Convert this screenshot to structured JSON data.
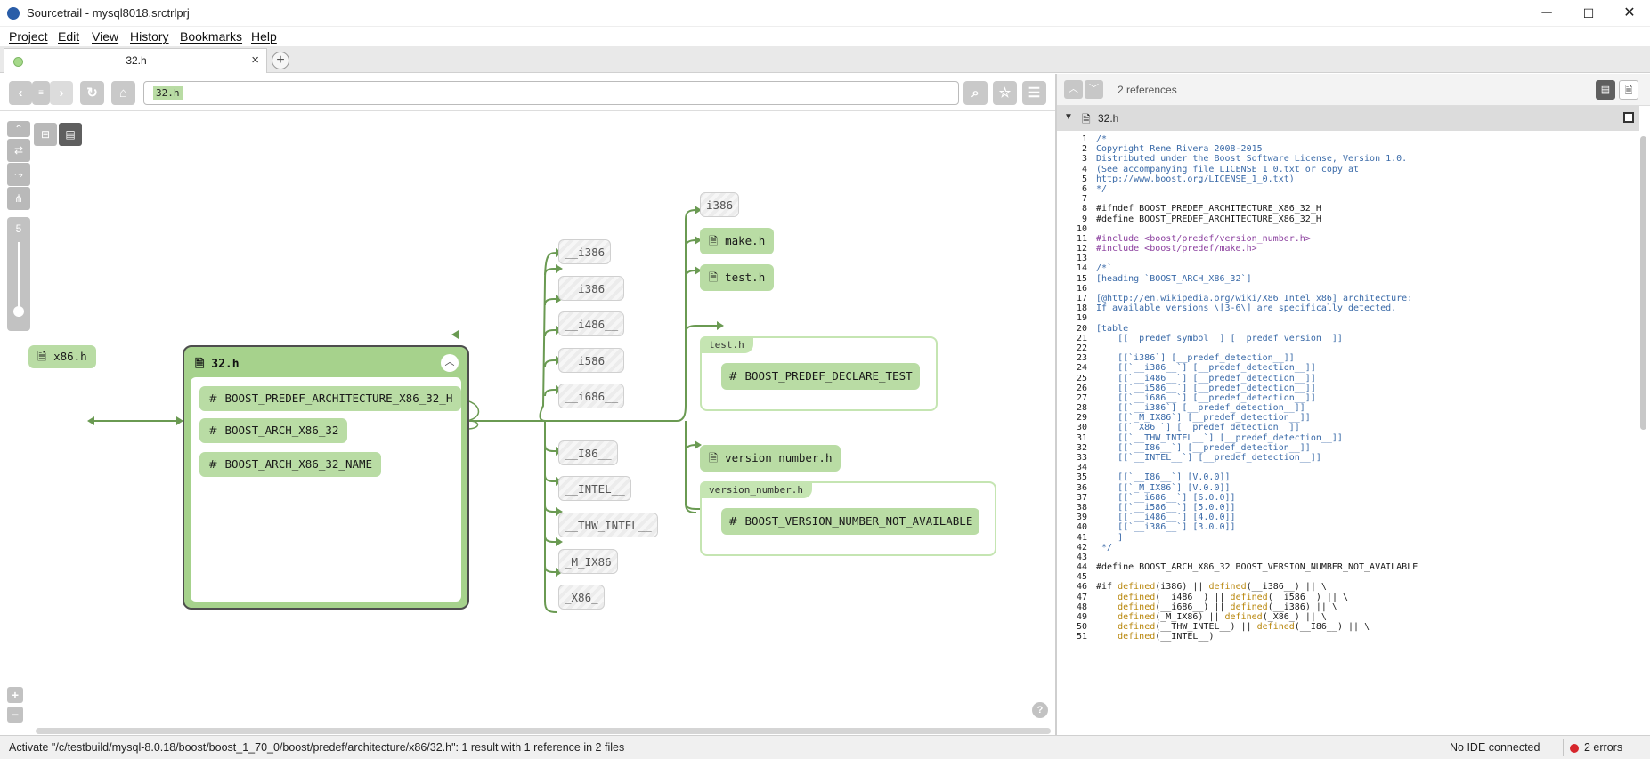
{
  "window": {
    "title": "Sourcetrail - mysql8018.srctrlprj",
    "minimize": "─",
    "maximize": "☐",
    "close": "✕"
  },
  "menu": [
    "Project",
    "Edit",
    "View",
    "History",
    "Bookmarks",
    "Help"
  ],
  "tab": {
    "label": "32.h",
    "close": "×",
    "add": "+"
  },
  "search": {
    "query": "32.h"
  },
  "graph": {
    "depth": "5",
    "active_file": {
      "name": "32.h",
      "members": [
        "BOOST_PREDEF_ARCHITECTURE_X86_32_H",
        "BOOST_ARCH_X86_32",
        "BOOST_ARCH_X86_32_NAME"
      ]
    },
    "includer": "x86.h",
    "undefined_macros": [
      "__i386",
      "__i386__",
      "__i486__",
      "__i586__",
      "__i686__",
      "__I86__",
      "__INTEL__",
      "__THW_INTEL__",
      "_M_IX86",
      "_X86_"
    ],
    "right_nodes": {
      "i386": "i386",
      "make": "make.h",
      "test": "test.h",
      "test_group_label": "test.h",
      "test_macro": "BOOST_PREDEF_DECLARE_TEST",
      "version": "version_number.h",
      "version_group_label": "version_number.h",
      "version_macro": "BOOST_VERSION_NUMBER_NOT_AVAILABLE"
    },
    "zoom_in": "+",
    "zoom_out": "−",
    "help": "?"
  },
  "code": {
    "references": "2 references",
    "file": "32.h",
    "lines": [
      {
        "n": "1",
        "t": "/*",
        "c": "comment"
      },
      {
        "n": "2",
        "t": "Copyright Rene Rivera 2008-2015",
        "c": "comment"
      },
      {
        "n": "3",
        "t": "Distributed under the Boost Software License, Version 1.0.",
        "c": "comment"
      },
      {
        "n": "4",
        "t": "(See accompanying file LICENSE_1_0.txt or copy at",
        "c": "comment"
      },
      {
        "n": "5",
        "t": "http://www.boost.org/LICENSE_1_0.txt)",
        "c": "comment"
      },
      {
        "n": "6",
        "t": "*/",
        "c": "comment"
      },
      {
        "n": "7",
        "t": "",
        "c": "plain"
      },
      {
        "n": "8",
        "t": "#ifndef BOOST_PREDEF_ARCHITECTURE_X86_32_H",
        "c": "pre"
      },
      {
        "n": "9",
        "t": "#define BOOST_PREDEF_ARCHITECTURE_X86_32_H",
        "c": "pre"
      },
      {
        "n": "10",
        "t": "",
        "c": "plain"
      },
      {
        "n": "11",
        "t": "#include <boost/predef/version_number.h>",
        "c": "inc"
      },
      {
        "n": "12",
        "t": "#include <boost/predef/make.h>",
        "c": "inc"
      },
      {
        "n": "13",
        "t": "",
        "c": "plain"
      },
      {
        "n": "14",
        "t": "/*`",
        "c": "comment"
      },
      {
        "n": "15",
        "t": "[heading `BOOST_ARCH_X86_32`]",
        "c": "comment"
      },
      {
        "n": "16",
        "t": "",
        "c": "plain"
      },
      {
        "n": "17",
        "t": "[@http://en.wikipedia.org/wiki/X86 Intel x86] architecture:",
        "c": "comment"
      },
      {
        "n": "18",
        "t": "If available versions \\[3-6\\] are specifically detected.",
        "c": "comment"
      },
      {
        "n": "19",
        "t": "",
        "c": "plain"
      },
      {
        "n": "20",
        "t": "[table",
        "c": "comment"
      },
      {
        "n": "21",
        "t": "    [[__predef_symbol__] [__predef_version__]]",
        "c": "comment"
      },
      {
        "n": "22",
        "t": "",
        "c": "plain"
      },
      {
        "n": "23",
        "t": "    [[`i386`] [__predef_detection__]]",
        "c": "comment"
      },
      {
        "n": "24",
        "t": "    [[`__i386__`] [__predef_detection__]]",
        "c": "comment"
      },
      {
        "n": "25",
        "t": "    [[`__i486__`] [__predef_detection__]]",
        "c": "comment"
      },
      {
        "n": "26",
        "t": "    [[`__i586__`] [__predef_detection__]]",
        "c": "comment"
      },
      {
        "n": "27",
        "t": "    [[`__i686__`] [__predef_detection__]]",
        "c": "comment"
      },
      {
        "n": "28",
        "t": "    [[`__i386`] [__predef_detection__]]",
        "c": "comment"
      },
      {
        "n": "29",
        "t": "    [[`_M_IX86`] [__predef_detection__]]",
        "c": "comment"
      },
      {
        "n": "30",
        "t": "    [[`_X86_`] [__predef_detection__]]",
        "c": "comment"
      },
      {
        "n": "31",
        "t": "    [[`__THW_INTEL__`] [__predef_detection__]]",
        "c": "comment"
      },
      {
        "n": "32",
        "t": "    [[`__I86__`] [__predef_detection__]]",
        "c": "comment"
      },
      {
        "n": "33",
        "t": "    [[`__INTEL__`] [__predef_detection__]]",
        "c": "comment"
      },
      {
        "n": "34",
        "t": "",
        "c": "plain"
      },
      {
        "n": "35",
        "t": "    [[`__I86__`] [V.0.0]]",
        "c": "comment"
      },
      {
        "n": "36",
        "t": "    [[`_M_IX86`] [V.0.0]]",
        "c": "comment"
      },
      {
        "n": "37",
        "t": "    [[`__i686__`] [6.0.0]]",
        "c": "comment"
      },
      {
        "n": "38",
        "t": "    [[`__i586__`] [5.0.0]]",
        "c": "comment"
      },
      {
        "n": "39",
        "t": "    [[`__i486__`] [4.0.0]]",
        "c": "comment"
      },
      {
        "n": "40",
        "t": "    [[`__i386__`] [3.0.0]]",
        "c": "comment"
      },
      {
        "n": "41",
        "t": "    ]",
        "c": "comment"
      },
      {
        "n": "42",
        "t": " */",
        "c": "comment"
      },
      {
        "n": "43",
        "t": "",
        "c": "plain"
      },
      {
        "n": "44",
        "t": "#define BOOST_ARCH_X86_32 BOOST_VERSION_NUMBER_NOT_AVAILABLE",
        "c": "pre"
      },
      {
        "n": "45",
        "t": "",
        "c": "plain"
      },
      {
        "n": "46",
        "t": "#if defined(i386) || defined(__i386__) || \\",
        "c": "if"
      },
      {
        "n": "47",
        "t": "    defined(__i486__) || defined(__i586__) || \\",
        "c": "if"
      },
      {
        "n": "48",
        "t": "    defined(__i686__) || defined(__i386) || \\",
        "c": "if"
      },
      {
        "n": "49",
        "t": "    defined(_M_IX86) || defined(_X86_) || \\",
        "c": "if"
      },
      {
        "n": "50",
        "t": "    defined(__THW_INTEL__) || defined(__I86__) || \\",
        "c": "if"
      },
      {
        "n": "51",
        "t": "    defined(__INTEL__)",
        "c": "if"
      }
    ]
  },
  "status": {
    "message": "Activate \"/c/testbuild/mysql-8.0.18/boost/boost_1_70_0/boost/predef/architecture/x86/32.h\": 1 result with 1 reference in 2 files",
    "ide": "No IDE connected",
    "errors": "2 errors"
  },
  "colors": {
    "node": "#b9dca4",
    "active_file": "#a6d28c",
    "edge": "#6a9a52",
    "error": "#d6262c"
  }
}
